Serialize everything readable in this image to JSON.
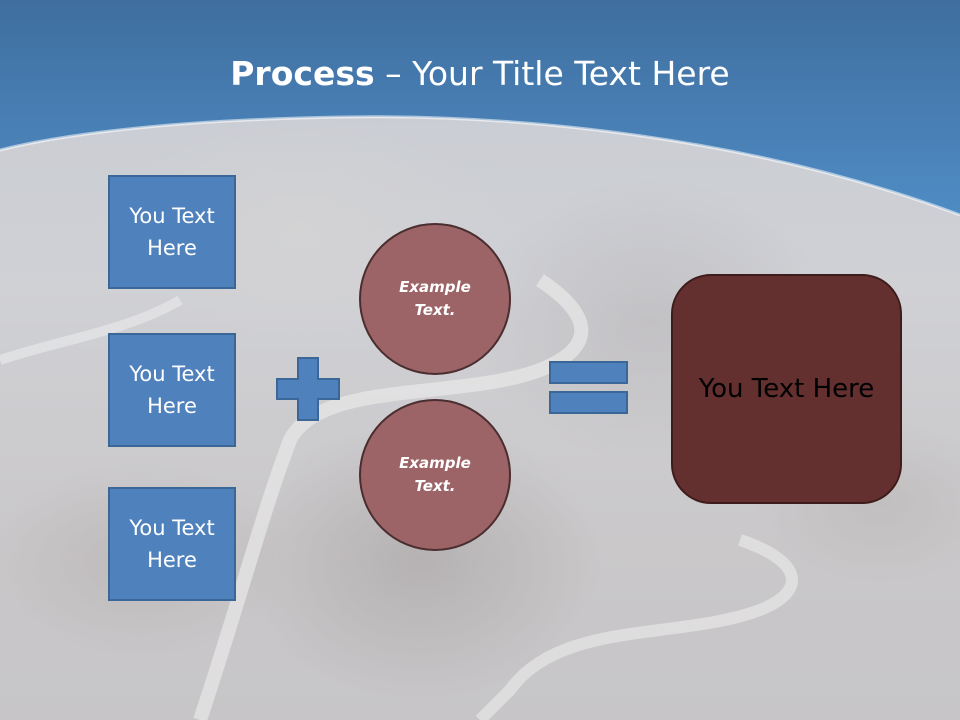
{
  "slide": {
    "title_bold": "Process",
    "title_rest": " – Your Title Text Here",
    "boxes": [
      {
        "label": "You Text Here"
      },
      {
        "label": "You Text Here"
      },
      {
        "label": "You Text Here"
      }
    ],
    "circles": [
      {
        "label": "Example Text."
      },
      {
        "label": "Example Text."
      }
    ],
    "result_label": "You Text Here",
    "operators": {
      "plus": "plus-icon",
      "equals": "equals-icon"
    },
    "colors": {
      "header_blue": "#4a7db3",
      "box_blue": "#4f81bd",
      "circle_fill": "#9c6466",
      "result_fill": "#632f2f"
    }
  }
}
